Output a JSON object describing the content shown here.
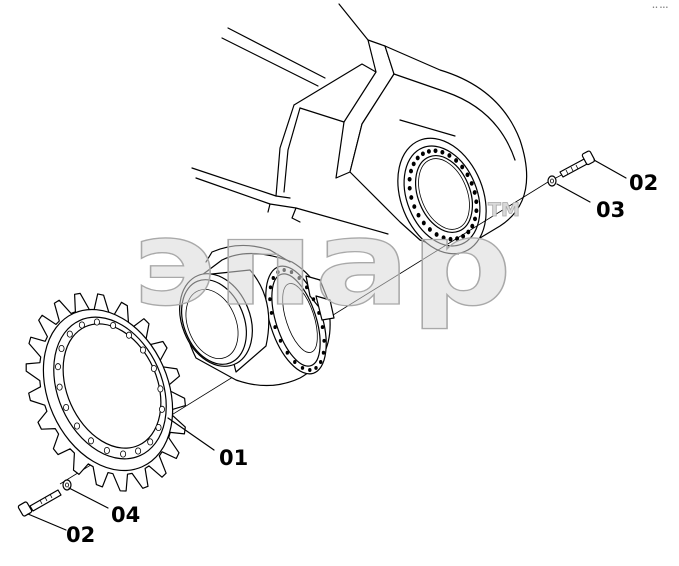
{
  "watermark": {
    "text": "эпар",
    "tm": "TM"
  },
  "corner_mark": "•• •••",
  "callouts": [
    {
      "id": "c1",
      "label": "02"
    },
    {
      "id": "c2",
      "label": "03"
    },
    {
      "id": "c3",
      "label": "01"
    },
    {
      "id": "c4",
      "label": "04"
    },
    {
      "id": "c5",
      "label": "02"
    }
  ],
  "parts": [
    "track-frame",
    "final-drive-motor",
    "sprocket",
    "bolt",
    "washer"
  ]
}
